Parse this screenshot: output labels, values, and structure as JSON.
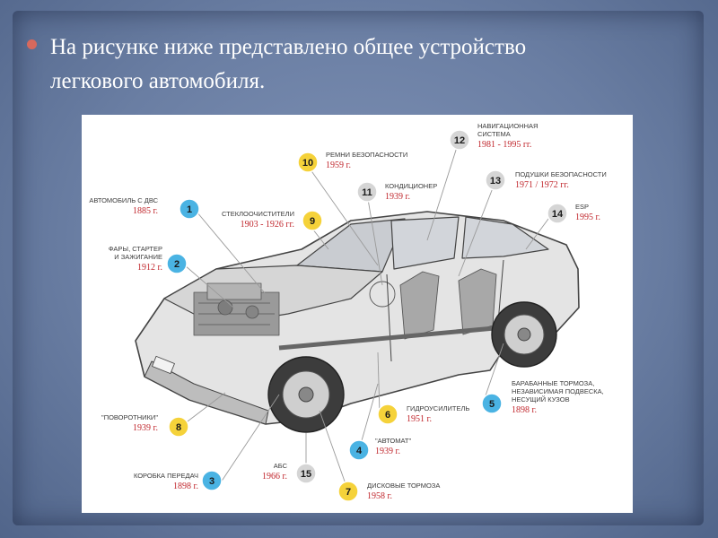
{
  "slide": {
    "heading_line1": "На рисунке ниже представлено общее устройство",
    "heading_line2": "легкового автомобиля.",
    "colors": {
      "background": "#6a7ea3",
      "bullet": "#d7695d",
      "year_text": "#c0262c",
      "badge_yellow": "#f5d23a",
      "badge_blue": "#4ab3e3",
      "badge_gray": "#d5d5d5"
    }
  },
  "callouts": [
    {
      "num": "1",
      "badge": "blue",
      "lines": [
        "АВТОМОБИЛЬ С ДВС"
      ],
      "year": "1885 г."
    },
    {
      "num": "2",
      "badge": "blue",
      "lines": [
        "ФАРЫ, СТАРТЕР",
        "И ЗАЖИГАНИЕ"
      ],
      "year": "1912 г."
    },
    {
      "num": "3",
      "badge": "blue",
      "lines": [
        "КОРОБКА ПЕРЕДАЧ"
      ],
      "year": "1898 г."
    },
    {
      "num": "4",
      "badge": "blue",
      "lines": [
        "\"АВТОМАТ\""
      ],
      "year": "1939 г."
    },
    {
      "num": "5",
      "badge": "blue",
      "lines": [
        "БАРАБАННЫЕ ТОРМОЗА,",
        "НЕЗАВИСИМАЯ ПОДВЕСКА,",
        "НЕСУЩИЙ КУЗОВ"
      ],
      "year": "1898 г."
    },
    {
      "num": "6",
      "badge": "yellow",
      "lines": [
        "ГИДРОУСИЛИТЕЛЬ"
      ],
      "year": "1951 г."
    },
    {
      "num": "7",
      "badge": "yellow",
      "lines": [
        "ДИСКОВЫЕ ТОРМОЗА"
      ],
      "year": "1958 г."
    },
    {
      "num": "8",
      "badge": "yellow",
      "lines": [
        "\"ПОВОРОТНИКИ\""
      ],
      "year": "1939 г."
    },
    {
      "num": "9",
      "badge": "yellow",
      "lines": [
        "СТЕКЛООЧИСТИТЕЛИ"
      ],
      "year": "1903 - 1926 гг."
    },
    {
      "num": "10",
      "badge": "yellow",
      "lines": [
        "РЕМНИ БЕЗОПАСНОСТИ"
      ],
      "year": "1959 г."
    },
    {
      "num": "11",
      "badge": "gray",
      "lines": [
        "КОНДИЦИОНЕР"
      ],
      "year": "1939 г."
    },
    {
      "num": "12",
      "badge": "gray",
      "lines": [
        "НАВИГАЦИОННАЯ",
        "СИСТЕМА"
      ],
      "year": "1981 - 1995 гг."
    },
    {
      "num": "13",
      "badge": "gray",
      "lines": [
        "ПОДУШКИ БЕЗОПАСНОСТИ"
      ],
      "year": "1971 / 1972 гг."
    },
    {
      "num": "14",
      "badge": "gray",
      "lines": [
        "ESP"
      ],
      "year": "1995 г."
    },
    {
      "num": "15",
      "badge": "gray",
      "lines": [
        "АБС"
      ],
      "year": "1966 г."
    }
  ]
}
